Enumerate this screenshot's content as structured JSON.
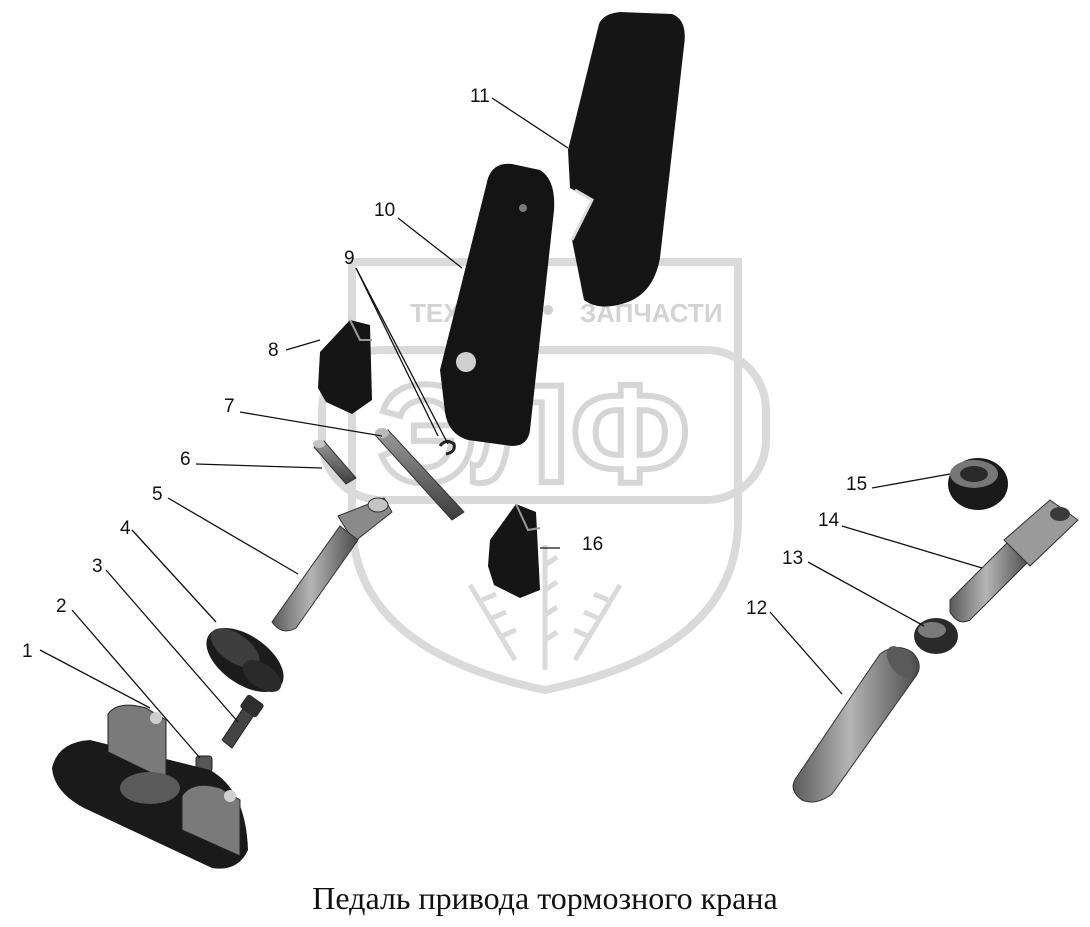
{
  "caption": "Педаль привода тормозного крана",
  "watermark": {
    "line1_left": "ТЕХНИКА",
    "line1_right": "ЗАПЧАСТИ",
    "logo": "ЭЛФ",
    "color": "#d4d4d4"
  },
  "callouts": [
    {
      "id": "c1",
      "text": "1"
    },
    {
      "id": "c2",
      "text": "2"
    },
    {
      "id": "c3",
      "text": "3"
    },
    {
      "id": "c4",
      "text": "4"
    },
    {
      "id": "c5",
      "text": "5"
    },
    {
      "id": "c6",
      "text": "6"
    },
    {
      "id": "c7",
      "text": "7"
    },
    {
      "id": "c8",
      "text": "8"
    },
    {
      "id": "c9",
      "text": "9"
    },
    {
      "id": "c10",
      "text": "10"
    },
    {
      "id": "c11",
      "text": "11"
    },
    {
      "id": "c12",
      "text": "12"
    },
    {
      "id": "c13",
      "text": "13"
    },
    {
      "id": "c14",
      "text": "14"
    },
    {
      "id": "c15",
      "text": "15"
    },
    {
      "id": "c16",
      "text": "16"
    }
  ],
  "colors": {
    "part_dark": "#141414",
    "part_mid": "#6e6e6e",
    "part_light": "#a8a8a8",
    "line": "#111111"
  }
}
